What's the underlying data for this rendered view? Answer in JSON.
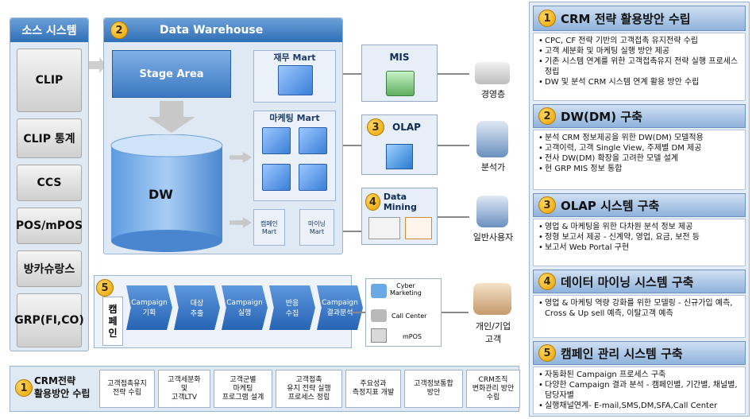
{
  "source": {
    "title": "소스 시스템",
    "items": [
      "CLIP",
      "CLIP 통계",
      "CCS",
      "POS/mPOS",
      "방카슈랑스",
      "GRP(FI,CO)"
    ]
  },
  "dw": {
    "num": "2",
    "title": "Data Warehouse",
    "stage": "Stage Area",
    "dw_label": "DW",
    "mart_finance": "재무 Mart",
    "mart_marketing": "마케팅 Mart",
    "mart_campaign": "캠페인\nMart",
    "mart_mining": "마이닝\nMart"
  },
  "mis": {
    "title": "MIS"
  },
  "olap": {
    "num": "3",
    "title": "OLAP"
  },
  "mining": {
    "num": "4",
    "title": "Data Mining"
  },
  "users": {
    "exec": "경영층",
    "analyst": "분석가",
    "general": "일반사용자",
    "customer": "개인/기업\n고객"
  },
  "campaign": {
    "num": "5",
    "side_label": "캠\n페\n인",
    "steps": [
      "Campaign\n기획",
      "대상\n추출",
      "Campaign\n실행",
      "반응\n수집",
      "Campaign\n결과분석"
    ]
  },
  "channels": [
    "Cyber\nMarketing",
    "Call Center",
    "mPOS"
  ],
  "bottom": {
    "num": "1",
    "title": "CRM전략\n활용방안 수립",
    "cells": [
      "고객접촉유지\n전략 수립",
      "고객세분화\n및\n고객LTV",
      "고객군별\n마케팅\n프로그램 설계",
      "고객접촉\n유지 전략 실행\n프로세스 정립",
      "주요성과\n측정지표 개발",
      "고객정보통합\n방안",
      "CRM조직\n변화관리 방안\n수립"
    ]
  },
  "right": [
    {
      "num": "1",
      "title": "CRM 전략 활용방안 수립",
      "items": [
        "CPC, CF 전략 기반의 고객접촉 유지전략 수립",
        "고객 세분화 및 마케팅 실행 방안 제공",
        "기존 시스템 연계를 위한 고객접촉유지 전략 실행 프로세스 정립",
        "DW 및 분석 CRM 시스템 연계 활용 방안 수립"
      ]
    },
    {
      "num": "2",
      "title": "DW(DM) 구축",
      "items": [
        "분석 CRM 정보제공을 위한 DW(DM) 모델적용",
        "고객이력, 고객 Single View, 주제별 DM 제공",
        "전사 DW(DM) 확장을 고려한 모델 설계",
        "현 GRP MIS 정보 통합"
      ]
    },
    {
      "num": "3",
      "title": "OLAP 시스템 구축",
      "items": [
        "영업 & 마케팅을 위한 다차원 분석 정보 제공",
        "정형 보고서 제공 - 신계약, 영업, 요금, 보전 등",
        "보고서 Web Portal 구현"
      ]
    },
    {
      "num": "4",
      "title": "데이터 마이닝 시스템 구축",
      "items": [
        "영업 & 마케팅 역량 강화를 위한 모델링 - 신규가입 예측, Cross & Up sell 예측, 이탈고객 예측"
      ]
    },
    {
      "num": "5",
      "title": "캠페인 관리 시스템 구축",
      "items": [
        "자동화된 Campaign 프로세스 구축",
        "다양한 Campaign 결과 분석 - 캠페인별, 기간별, 채널별, 담당자별",
        "실행채널연계- E-mail,SMS,DM,SFA,Call Center"
      ]
    }
  ]
}
